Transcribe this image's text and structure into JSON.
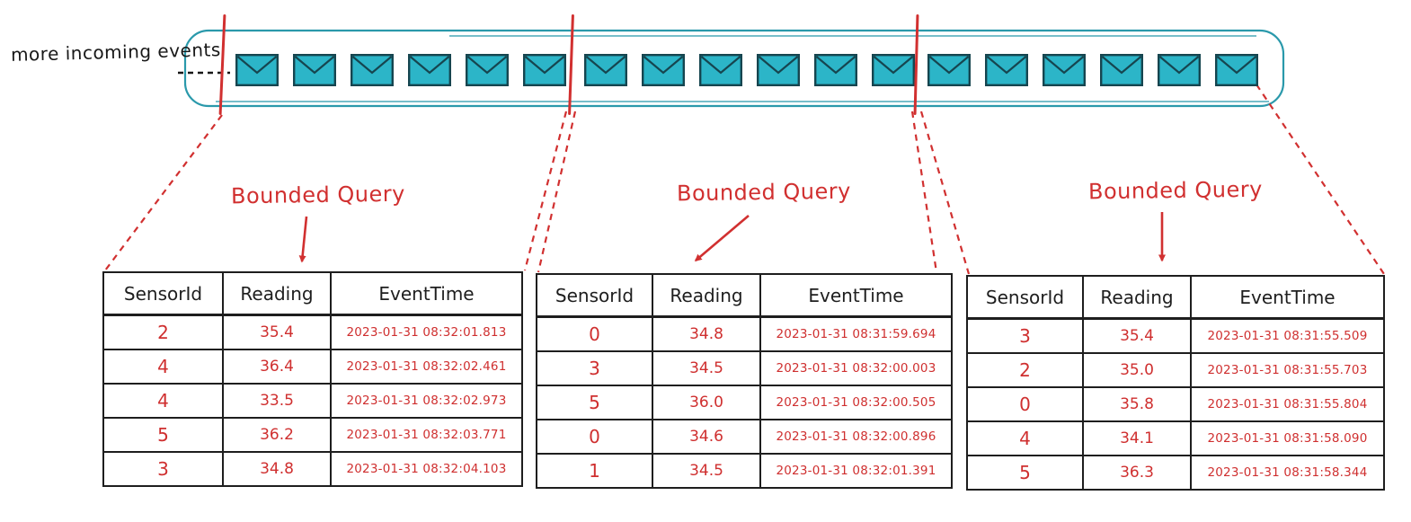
{
  "labels": {
    "incoming_events": "more incoming events",
    "bounded_query": "Bounded Query"
  },
  "stream": {
    "envelope_count": 18,
    "segments": [
      6,
      6,
      6
    ],
    "boundary_count": 3
  },
  "tables": {
    "headers": [
      "SensorId",
      "Reading",
      "EventTime"
    ],
    "queries": [
      {
        "label": "Bounded Query",
        "rows": [
          [
            "2",
            "35.4",
            "2023-01-31 08:32:01.813"
          ],
          [
            "4",
            "36.4",
            "2023-01-31 08:32:02.461"
          ],
          [
            "4",
            "33.5",
            "2023-01-31 08:32:02.973"
          ],
          [
            "5",
            "36.2",
            "2023-01-31 08:32:03.771"
          ],
          [
            "3",
            "34.8",
            "2023-01-31 08:32:04.103"
          ]
        ]
      },
      {
        "label": "Bounded Query",
        "rows": [
          [
            "0",
            "34.8",
            "2023-01-31 08:31:59.694"
          ],
          [
            "3",
            "34.5",
            "2023-01-31 08:32:00.003"
          ],
          [
            "5",
            "36.0",
            "2023-01-31 08:32:00.505"
          ],
          [
            "0",
            "34.6",
            "2023-01-31 08:32:00.896"
          ],
          [
            "1",
            "34.5",
            "2023-01-31 08:32:01.391"
          ]
        ]
      },
      {
        "label": "Bounded Query",
        "rows": [
          [
            "3",
            "35.4",
            "2023-01-31 08:31:55.509"
          ],
          [
            "2",
            "35.0",
            "2023-01-31 08:31:55.703"
          ],
          [
            "0",
            "35.8",
            "2023-01-31 08:31:55.804"
          ],
          [
            "4",
            "34.1",
            "2023-01-31 08:31:58.090"
          ],
          [
            "5",
            "36.3",
            "2023-01-31 08:31:58.344"
          ]
        ]
      }
    ]
  },
  "colors": {
    "stream_outline": "#2a99ab",
    "envelope_fill": "#2cb5c8",
    "envelope_outline": "#16454f",
    "annotation_red": "#d13030",
    "table_border": "#1e1e1e",
    "header_text": "#1e1e1e",
    "data_text": "#cf2f2f"
  }
}
